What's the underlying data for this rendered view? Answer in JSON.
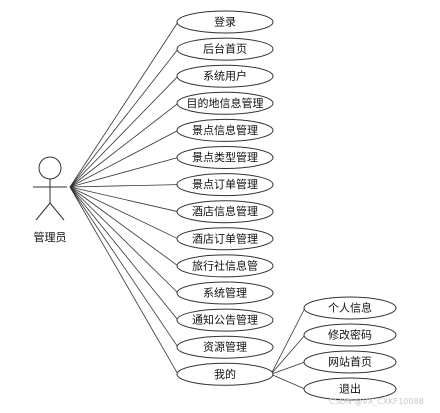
{
  "actor": {
    "label": "管理员"
  },
  "use_cases": [
    "登录",
    "后台首页",
    "系统用户",
    "目的地信息管理",
    "景点信息管理",
    "景点类型管理",
    "景点订单管理",
    "酒店信息管理",
    "酒店订单管理",
    "旅行社信息管",
    "系统管理",
    "通知公告管理",
    "资源管理",
    "我的"
  ],
  "sub_use_cases": [
    "个人信息",
    "修改密码",
    "网站首页",
    "退出"
  ],
  "watermark": "CSDN @VX_CXKF10088"
}
